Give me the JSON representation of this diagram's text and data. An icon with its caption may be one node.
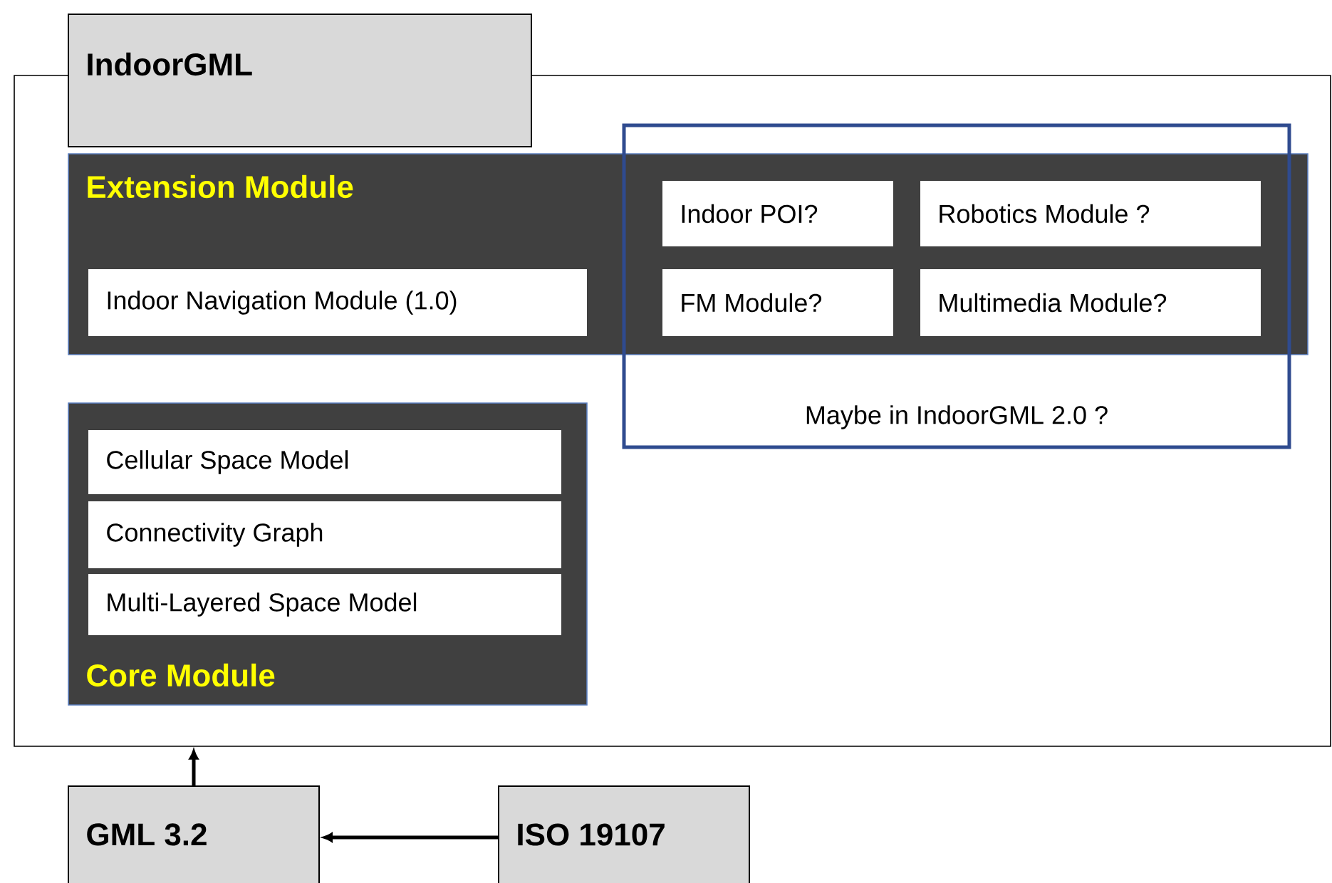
{
  "diagram": {
    "nodes": [
      {
        "text": [
          "IndoorGML"
        ]
      },
      {
        "text": [
          "Extension Module"
        ],
        "in": 0
      },
      {
        "text": [
          "Indoor Navigation Module (1.0)"
        ],
        "in": 1
      },
      {
        "text": [
          "Maybe in IndoorGML 2.0 ?"
        ],
        "in": 0
      },
      {
        "text": [
          "Indoor POI?"
        ]
      },
      {
        "text": [
          "Robotics Module ?"
        ]
      },
      {
        "text": [
          "FM Module?"
        ]
      },
      {
        "text": [
          "Multimedia Module?"
        ]
      },
      {
        "text": [
          "Core Module"
        ],
        "in": 0
      },
      {
        "text": [
          "Cellular Space Model"
        ],
        "in": 8
      },
      {
        "text": [
          "Connectivity Graph"
        ],
        "in": 8
      },
      {
        "text": [
          "Multi-Layered Space Model"
        ],
        "in": 8
      },
      {
        "text": [
          "GML 3.2"
        ]
      },
      {
        "text": [
          "ISO 19107"
        ]
      }
    ],
    "edges": [
      {
        "from": 12,
        "to": 0,
        "arrow": "to"
      },
      {
        "from": 13,
        "to": 12,
        "arrow": "to"
      }
    ]
  }
}
